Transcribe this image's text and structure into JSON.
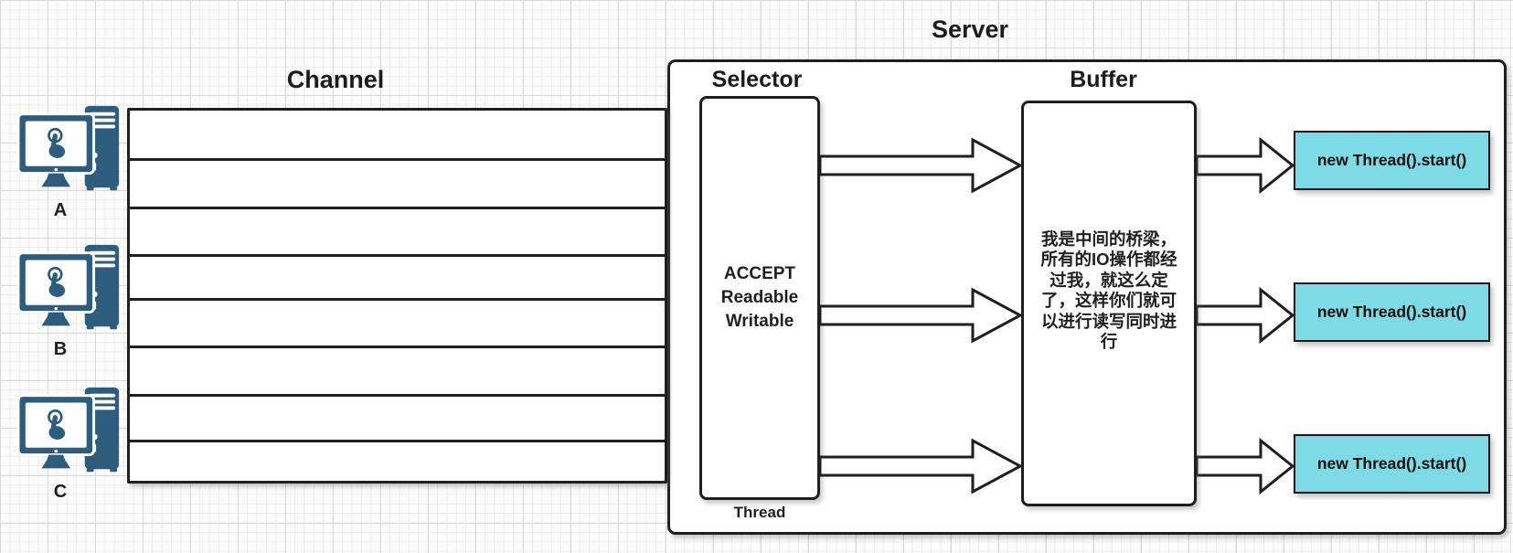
{
  "diagram": {
    "server_title": "Server",
    "channel_title": "Channel",
    "selector_title": "Selector",
    "buffer_title": "Buffer",
    "thread_label": "Thread"
  },
  "clients": [
    {
      "label": "A"
    },
    {
      "label": "B"
    },
    {
      "label": "C"
    }
  ],
  "selector": {
    "lines": [
      "ACCEPT",
      "Readable",
      "Writable"
    ]
  },
  "buffer": {
    "lines": [
      "我是中间的桥梁，",
      "所有的IO操作都经",
      "过我，就这么定",
      "了，这样你们就可",
      "以进行读写同时进",
      "行"
    ]
  },
  "thread_boxes": [
    {
      "label": "new Thread().start()"
    },
    {
      "label": "new Thread().start()"
    },
    {
      "label": "new Thread().start()"
    }
  ],
  "icons": {
    "client": "computer-with-touch-screen-icon"
  },
  "colors": {
    "accent_cyan": "#7edbe6",
    "icon_teal": "#2d5c7c",
    "line": "#1f1f1f"
  }
}
